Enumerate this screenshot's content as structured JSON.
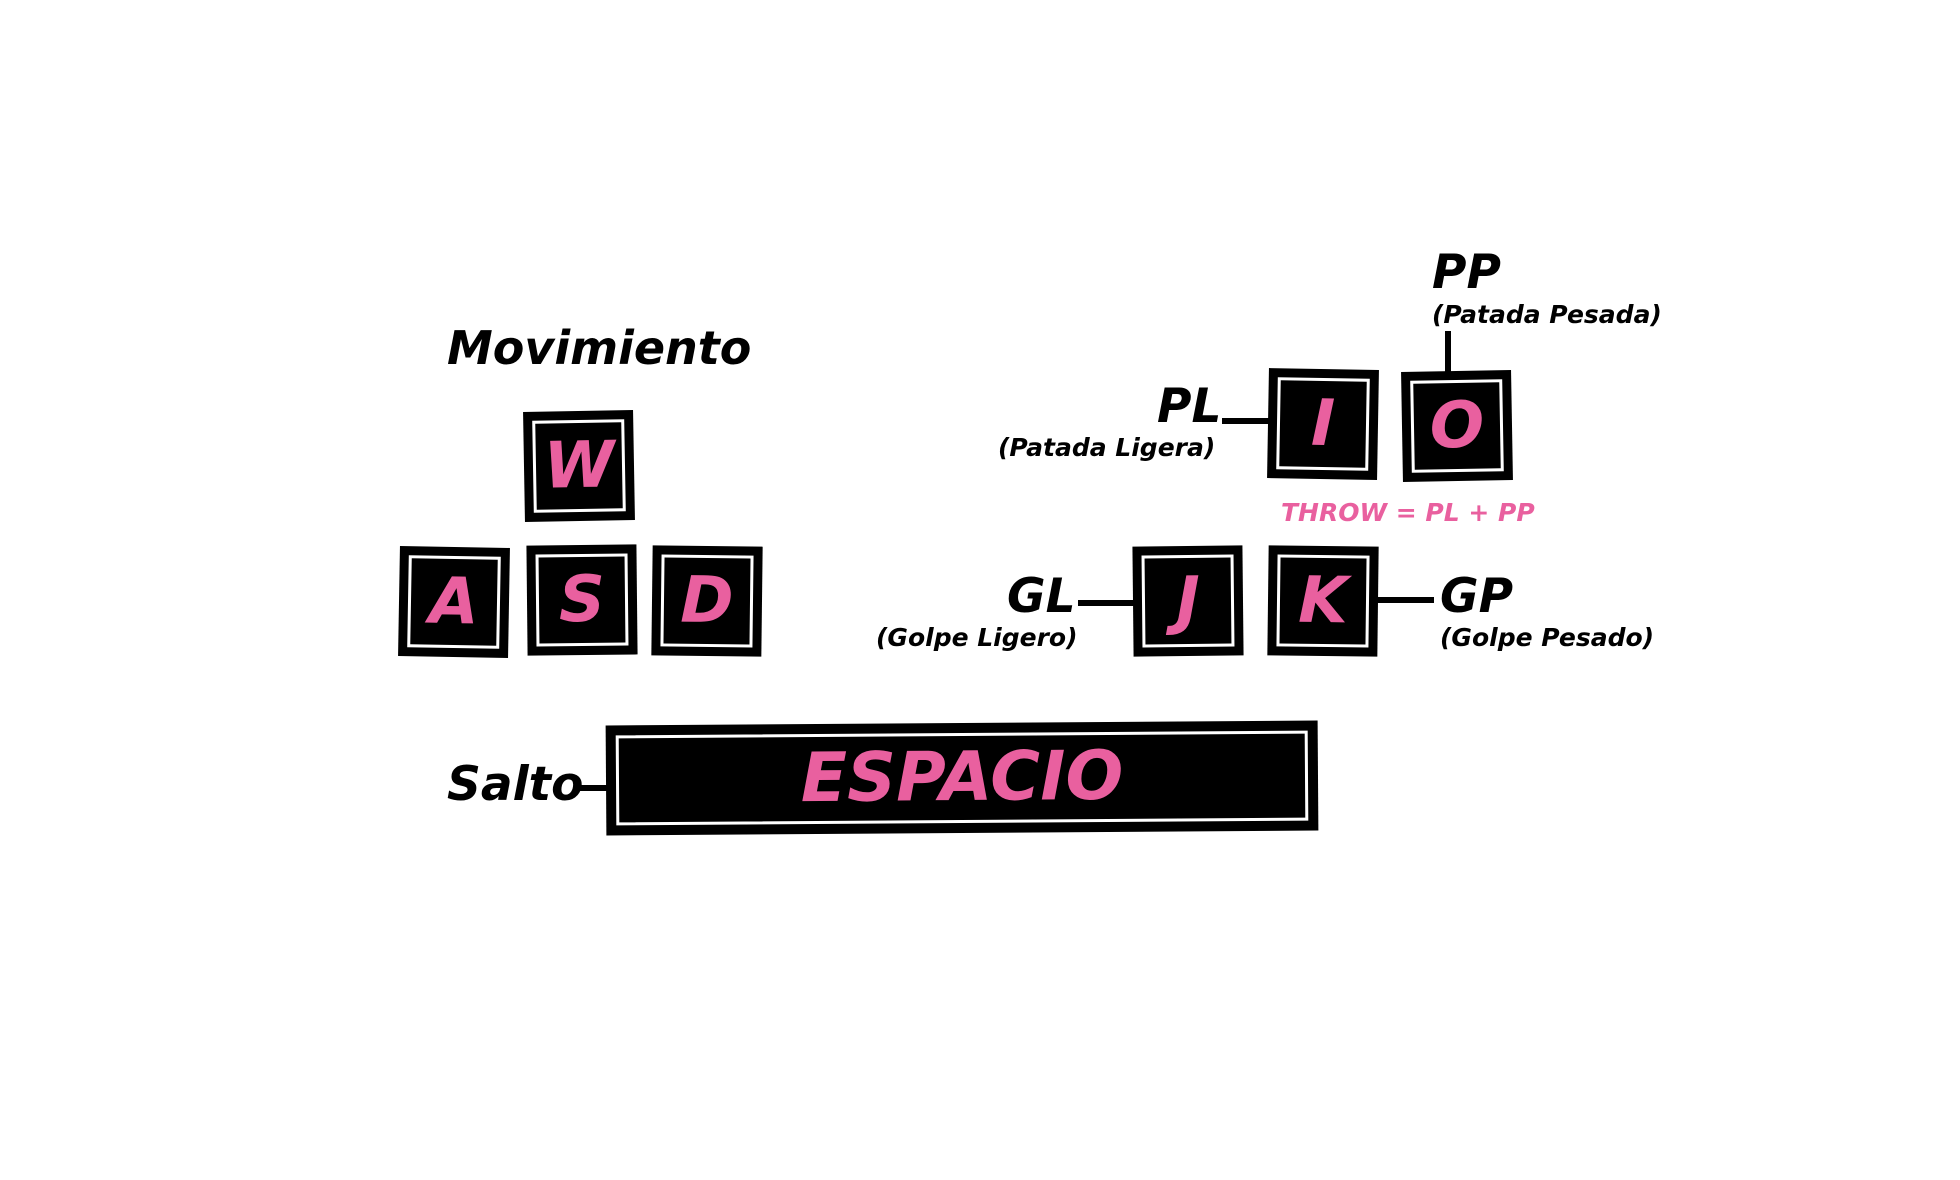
{
  "colors": {
    "accent": "#e9609f",
    "key_background": "#000000",
    "key_border": "#ffffff",
    "text": "#000000",
    "background": "#ffffff"
  },
  "movement": {
    "heading": "Movimiento",
    "keys": [
      "W",
      "A",
      "S",
      "D"
    ]
  },
  "attack_keys": {
    "i": "I",
    "o": "O",
    "j": "J",
    "k": "K"
  },
  "labels": {
    "pl": "PL",
    "pl_sub": "(Patada Ligera)",
    "pp": "PP",
    "pp_sub": "(Patada Pesada)",
    "gl": "GL",
    "gl_sub": "(Golpe Ligero)",
    "gp": "GP",
    "gp_sub": "(Golpe Pesado)",
    "throw": "THROW = PL + PP"
  },
  "jump": {
    "label": "Salto",
    "key": "ESPACIO"
  }
}
